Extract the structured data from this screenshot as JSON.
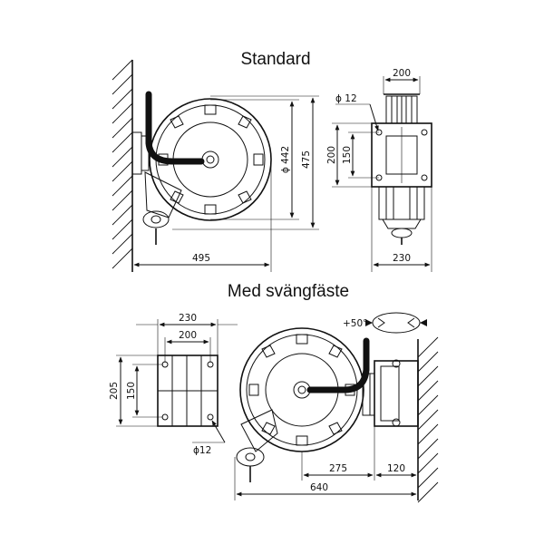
{
  "titles": {
    "standard": "Standard",
    "swivel": "Med svängfäste"
  },
  "dimensions": {
    "std_width": "495",
    "std_diameter": "ϕ 442",
    "std_height": "475",
    "side_width_top": "200",
    "side_width_bottom": "230",
    "side_height": "200",
    "side_inner_height": "150",
    "side_hole": "ϕ 12",
    "sw_plate_width_outer": "230",
    "sw_plate_width_inner": "200",
    "sw_plate_height_outer": "205",
    "sw_plate_height_inner": "150",
    "sw_hole": "ϕ12",
    "sw_rotation": "+50°",
    "sw_offset_a": "275",
    "sw_offset_b": "120",
    "sw_total": "640"
  }
}
